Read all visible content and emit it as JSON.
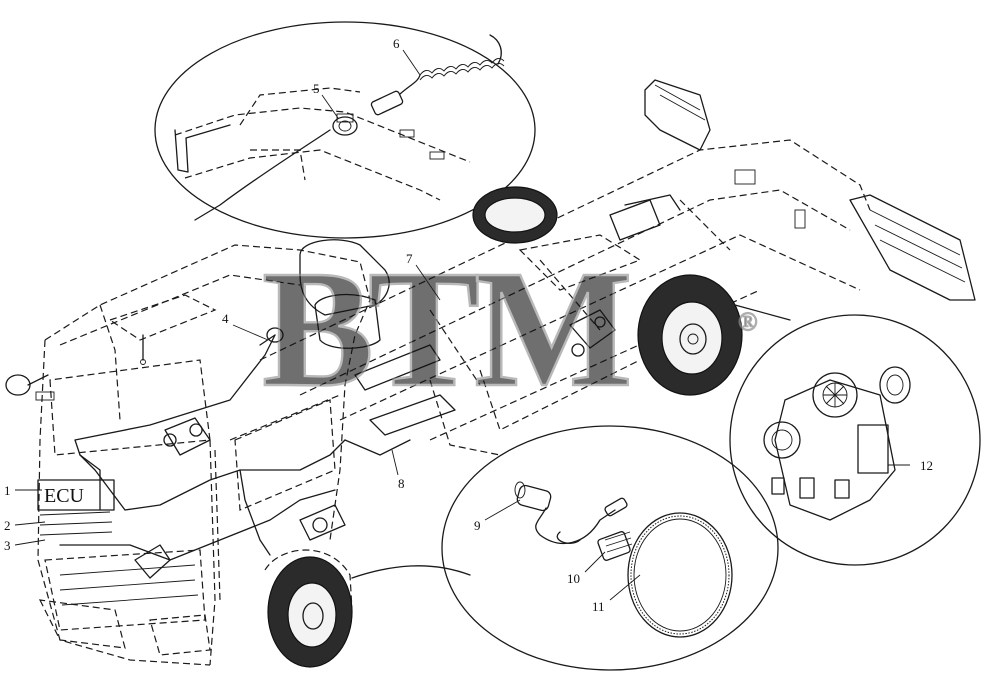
{
  "watermark": {
    "text": "BTM",
    "mark": "®"
  },
  "ecu_label": "ECU",
  "callouts": [
    {
      "num": "1"
    },
    {
      "num": "2"
    },
    {
      "num": "3"
    },
    {
      "num": "4"
    },
    {
      "num": "5"
    },
    {
      "num": "6"
    },
    {
      "num": "7"
    },
    {
      "num": "8"
    },
    {
      "num": "9"
    },
    {
      "num": "10"
    },
    {
      "num": "11"
    },
    {
      "num": "12"
    }
  ]
}
